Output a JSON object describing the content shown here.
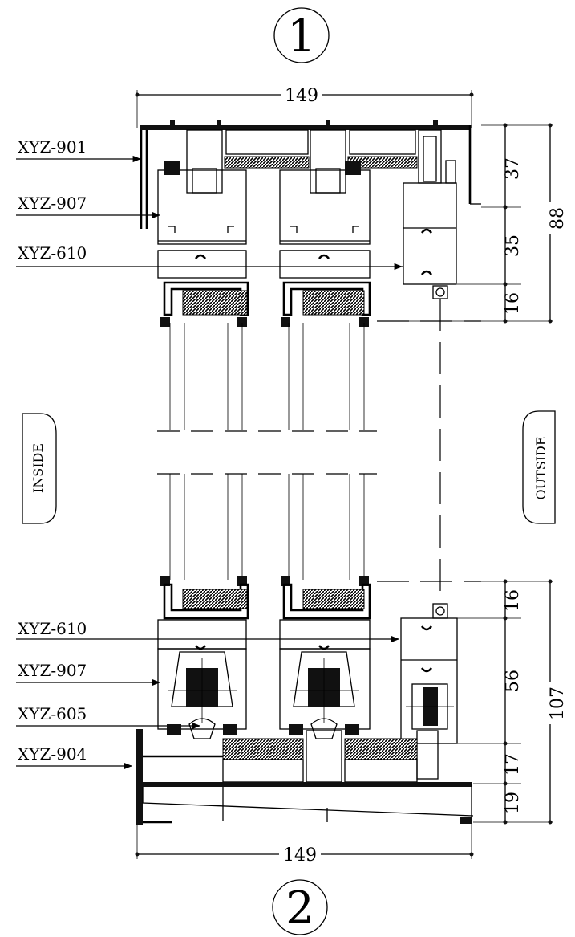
{
  "section_top": "1",
  "section_bottom": "2",
  "side_inside": "INSIDE",
  "side_outside": "OUTSIDE",
  "labels_top": [
    "XYZ-901",
    "XYZ-907",
    "XYZ-610"
  ],
  "labels_bottom": [
    "XYZ-610",
    "XYZ-907",
    "XYZ-605",
    "XYZ-904"
  ],
  "width_top": "149",
  "width_bottom": "149",
  "dims_top": [
    "37",
    "35",
    "16"
  ],
  "dim_top_total": "88",
  "dims_bottom": [
    "16",
    "56",
    "17",
    "19"
  ],
  "dim_bottom_total": "107"
}
